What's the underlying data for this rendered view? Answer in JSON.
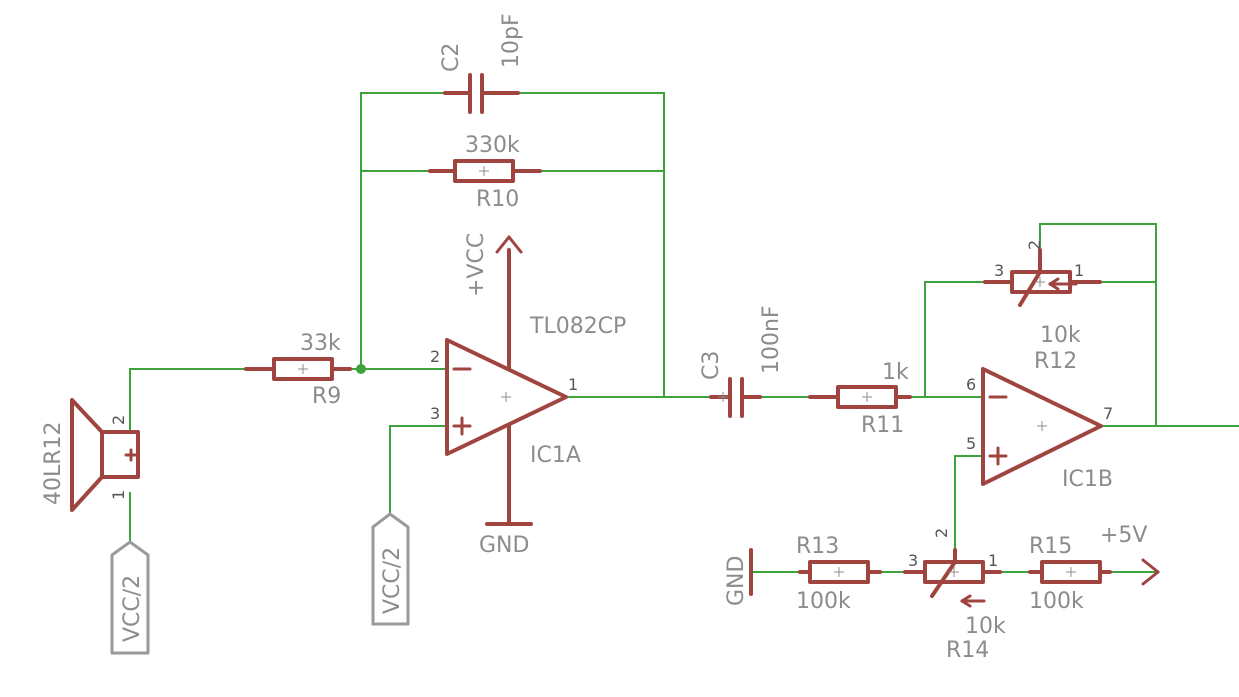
{
  "components": {
    "speaker": {
      "name": "40LR12",
      "pin_top": "2",
      "pin_bottom": "1"
    },
    "c2": {
      "name": "C2",
      "value": "10pF"
    },
    "r10": {
      "name": "R10",
      "value": "330k"
    },
    "r9": {
      "name": "R9",
      "value": "33k"
    },
    "ic1a": {
      "name": "IC1A",
      "part": "TL082CP",
      "pin_inv": "2",
      "pin_noninv": "3",
      "pin_out": "1",
      "sign_inv": "−",
      "sign_noninv": "+"
    },
    "c3": {
      "name": "C3",
      "value": "100nF"
    },
    "r11": {
      "name": "R11",
      "value": "1k"
    },
    "r12": {
      "name": "R12",
      "value": "10k",
      "pin_1": "1",
      "pin_2": "2",
      "pin_3": "3"
    },
    "ic1b": {
      "name": "IC1B",
      "pin_inv": "6",
      "pin_noninv": "5",
      "pin_out": "7",
      "sign_inv": "−",
      "sign_noninv": "+"
    },
    "r13": {
      "name": "R13",
      "value": "100k"
    },
    "r14": {
      "name": "R14",
      "value": "10k",
      "pin_1": "1",
      "pin_2": "2",
      "pin_3": "3"
    },
    "r15": {
      "name": "R15",
      "value": "100k"
    }
  },
  "supplies": {
    "vcc": "+VCC",
    "gnd_ic": "GND",
    "gnd_divider": "GND",
    "plus5v": "+5V"
  },
  "ports": {
    "speaker_ref": "VCC/2",
    "noninv_ref": "VCC/2"
  },
  "colors": {
    "wire": "#3da33d",
    "symbol": "#a0443f",
    "label": "#8c8c8c",
    "port": "#9a9a9a"
  }
}
